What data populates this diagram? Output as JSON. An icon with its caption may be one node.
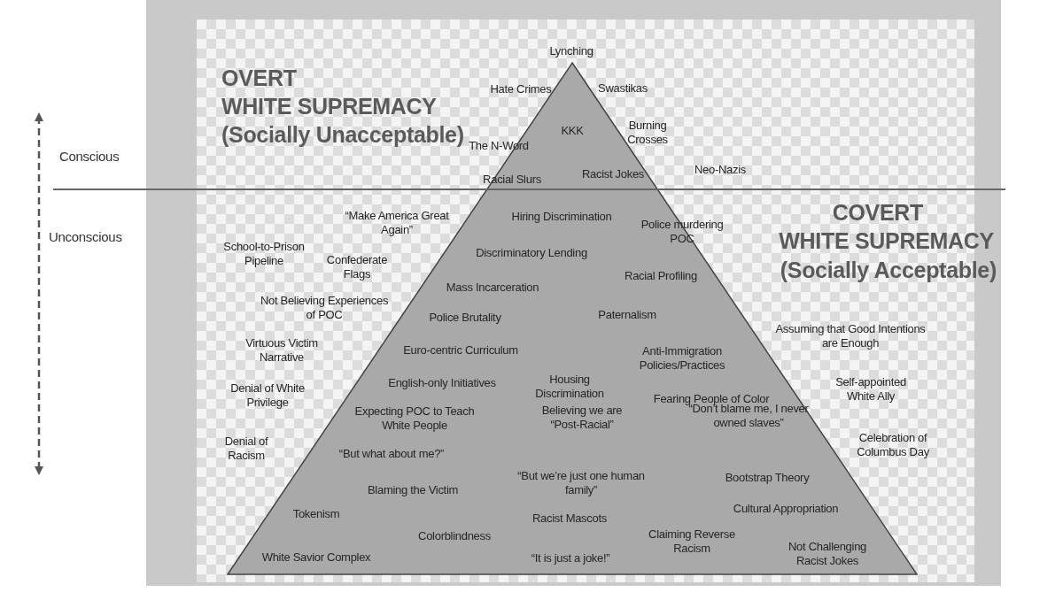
{
  "diagram": {
    "labels": [
      "OVERT",
      "WHITE SUPREMACY",
      "(Socially Unacceptable)",
      "Lynching",
      "Hate Crimes",
      "Swastikas",
      "KKK",
      "Burning Crosses",
      "The N-Word",
      "Neo-Nazis",
      "Racial Slurs",
      "Racist Jokes",
      "Conscious",
      "Unconscious",
      "“Make America Great Again”",
      "Hiring Discrimination",
      "Police murdering POC",
      "COVERT",
      "WHITE SUPREMACY",
      "(Socially Acceptable)",
      "School-to-Prison Pipeline",
      "Confederate Flags",
      "Discriminatory Lending",
      "Racial Profiling",
      "Mass Incarceration",
      "Not Believing Experiences of POC",
      "Police Brutality",
      "Paternalism",
      "Virtuous Victim Narrative",
      "Euro-centric Curriculum",
      "Anti-Immigration Policies/Practices",
      "Assuming that Good Intentions are Enough",
      "Housing Discrimination",
      "English-only Initiatives",
      "Denial of White Privilege",
      "Fearing People of Color",
      "Self-appointed White Ally",
      "Expecting POC to Teach White People",
      "Believing we are “Post-Racial”",
      "“Don’t blame me, I never owned slaves”",
      "Denial of Racism",
      "“But what about me?”",
      "Celebration of Columbus Day",
      "“But we’re just one human family”",
      "Bootstrap Theory",
      "Blaming the Victim",
      "Tokenism",
      "Cultural Appropriation",
      "Racist Mascots",
      "Colorblindness",
      "Claiming Reverse Racism",
      "Not Challenging Racist Jokes",
      "White Savior Complex",
      "“It is just a joke!”"
    ]
  }
}
